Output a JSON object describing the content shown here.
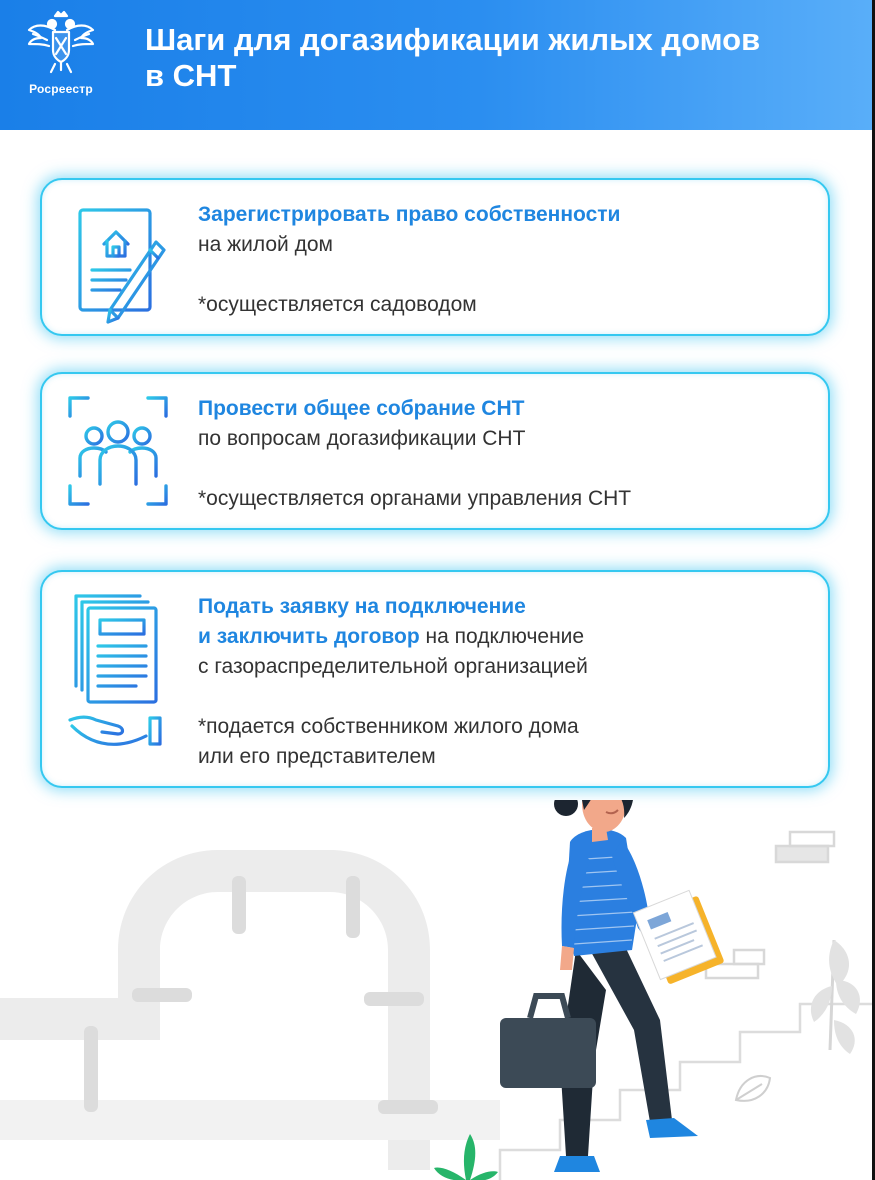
{
  "header": {
    "brand": "Росреестр",
    "title_line1": "Шаги для догазификации жилых домов",
    "title_line2": "в СНТ"
  },
  "steps": [
    {
      "icon": "document-house-pen-icon",
      "heading": "Зарегистрировать право собственности",
      "body": "на жилой дом",
      "note": "*осуществляется садоводом"
    },
    {
      "icon": "people-group-icon",
      "heading": "Провести общее собрание СНТ",
      "body": "по вопросам догазификации СНТ",
      "note": "*осуществляется органами управления СНТ"
    },
    {
      "icon": "documents-hand-icon",
      "heading_line1": "Подать заявку на подключение",
      "heading_line2": "и заключить договор",
      "body_tail": " на подключение",
      "body_line2": "с газораспределительной организацией",
      "note_line1": "*подается собственником жилого дома",
      "note_line2": "или его представителем"
    }
  ],
  "colors": {
    "header_start": "#1a7fe8",
    "header_end": "#59aef9",
    "accent_text": "#1f86e0",
    "card_glow": "#35c8f0",
    "body_text": "#333333"
  },
  "illustration": {
    "icon": "woman-climbing-stairs-with-briefcase-illustration",
    "background": "gas-pipe-illustration"
  }
}
